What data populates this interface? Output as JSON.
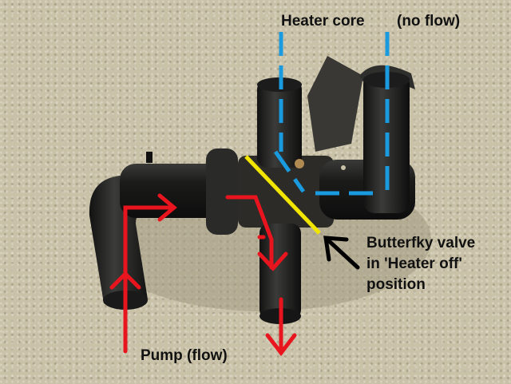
{
  "annotations": {
    "heater_core": "Heater core",
    "no_flow": "(no flow)",
    "butterfly_line1": "Butterfky valve",
    "butterfly_line2": "in 'Heater off'",
    "butterfly_line3": "position",
    "pump": "Pump (flow)"
  },
  "colors": {
    "flow_arrows": "#e8141e",
    "no_flow_lines": "#1a9be0",
    "valve_line": "#f2e600",
    "pointer_arrow": "#000000"
  }
}
